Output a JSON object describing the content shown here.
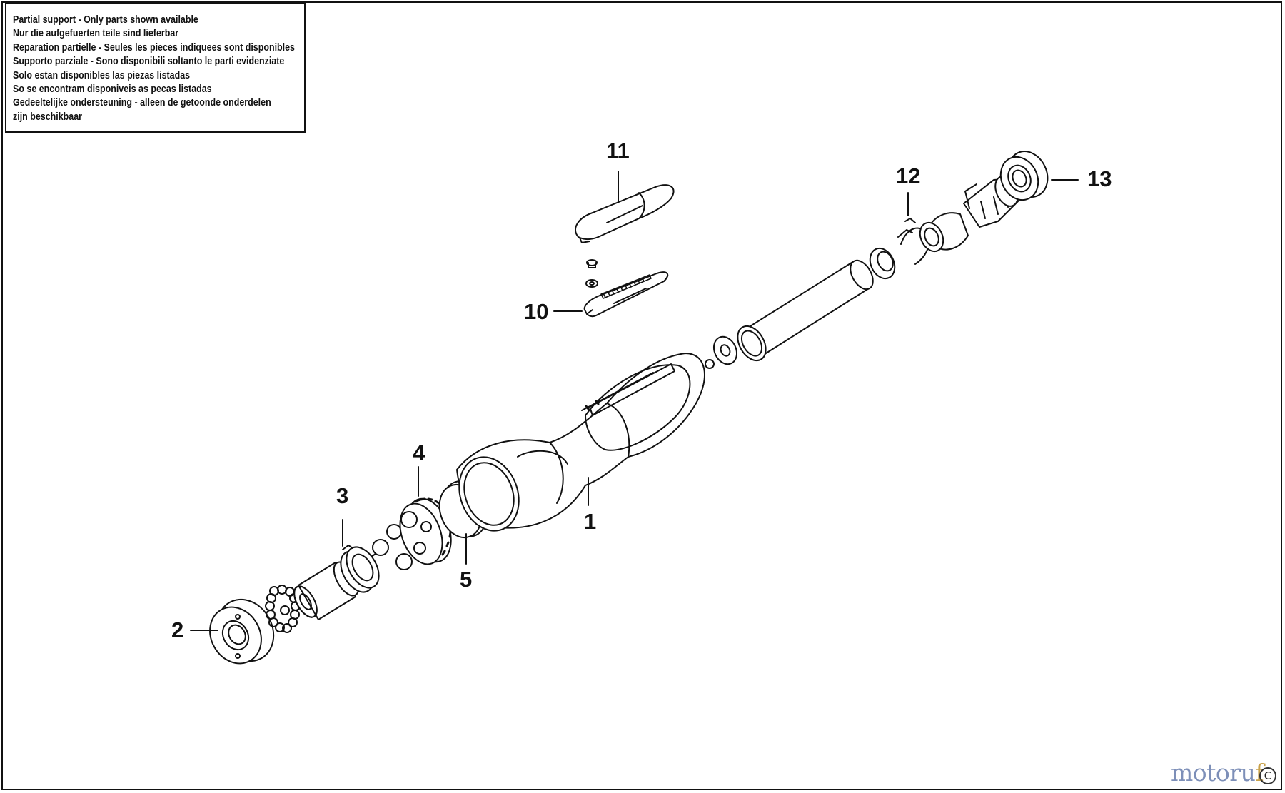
{
  "notice": {
    "lines": [
      "Partial support - Only parts shown available",
      "Nur die aufgefuerten teile sind lieferbar",
      "Reparation partielle - Seules les pieces indiquees sont disponibles",
      "Supporto parziale - Sono disponibili soltanto le parti evidenziate",
      "Solo estan disponibles las piezas listadas",
      "So se encontram disponiveis as pecas listadas",
      "Gedeeltelijke ondersteuning - alleen de getoonde onderdelen",
      "zijn beschikbaar"
    ]
  },
  "callouts": {
    "p1": "1",
    "p2": "2",
    "p3": "3",
    "p4": "4",
    "p5": "5",
    "p10": "10",
    "p11": "11",
    "p12": "12",
    "p13": "13"
  },
  "watermark": {
    "text_main": "motoru",
    "text_accent": "f",
    "copyright_symbol": "C"
  }
}
